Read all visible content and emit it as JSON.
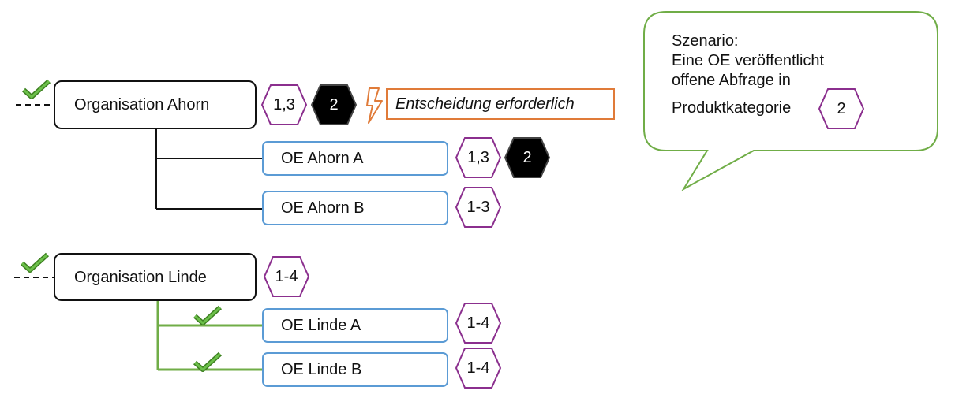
{
  "colors": {
    "org_border": "#111111",
    "oe_border": "#5b9bd5",
    "hex_outline": "#8b2f8e",
    "hex_fill_dark": "#000000",
    "check_green": "#4e9a2f",
    "green_line": "#70ad47",
    "warning_orange": "#e07b39",
    "callout_border": "#70ad47"
  },
  "callout": {
    "line1": "Szenario:",
    "line2": "Eine OE veröffentlicht",
    "line3": "offene Abfrage in",
    "line4": "Produktkategorie",
    "hex_label": "2"
  },
  "ahorn": {
    "name": "Organisation Ahorn",
    "categories": "1,3",
    "request": "2",
    "warning_icon": "lightning-icon",
    "warning_text": "Entscheidung erforderlich",
    "units": [
      {
        "name": "OE Ahorn A",
        "categories": "1,3",
        "request": "2"
      },
      {
        "name": "OE Ahorn B",
        "categories": "1-3"
      }
    ]
  },
  "linde": {
    "name": "Organisation Linde",
    "categories": "1-4",
    "units": [
      {
        "name": "OE Linde A",
        "categories": "1-4"
      },
      {
        "name": "OE Linde B",
        "categories": "1-4"
      }
    ]
  }
}
